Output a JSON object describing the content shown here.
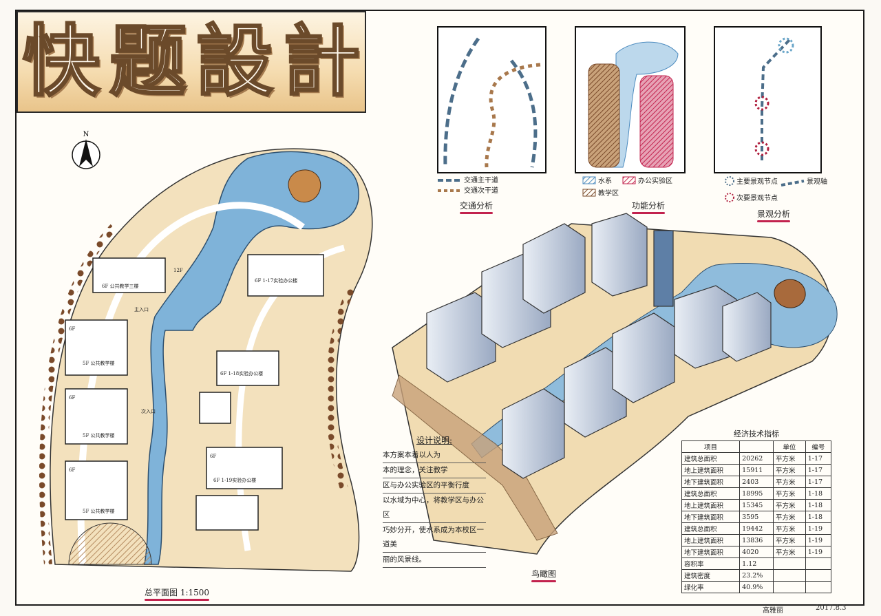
{
  "title": {
    "chars": [
      "快",
      "题",
      "設",
      "計"
    ]
  },
  "plan": {
    "north_label": "N",
    "caption": "总平面图 1:1500",
    "building_labels": [
      "6F 公共教学三楼",
      "12F",
      "6F 1-17实验办公楼",
      "5F 公共教学楼",
      "6F",
      "5F 公共教学楼",
      "6F",
      "5F 公共教学楼",
      "6F",
      "6F 1-18实验办公楼",
      "6F",
      "6F 1-19实验办公楼",
      "主入口",
      "次入口"
    ]
  },
  "analysis": {
    "traffic": {
      "caption": "交通分析",
      "legend": [
        "交通主干道",
        "交通次干道"
      ]
    },
    "function": {
      "caption": "功能分析",
      "legend": [
        "水系",
        "办公实验区",
        "教学区"
      ]
    },
    "landscape": {
      "caption": "景观分析",
      "legend": [
        "主要景观节点",
        "景观轴",
        "次要景观节点"
      ]
    }
  },
  "aerial": {
    "caption": "鸟瞰图"
  },
  "notes": {
    "heading": "设计说明:",
    "lines": [
      "本方案本着以人为",
      "本的理念，关注教学",
      "区与办公实验区的平衡行度",
      "以水域为中心，将教学区与办公区",
      "巧妙分开，使水系成为本校区一道美",
      "丽的风景线。"
    ]
  },
  "tech_table": {
    "title": "经济技术指标",
    "headers": [
      "项目",
      "",
      "单位",
      "编号"
    ],
    "rows": [
      [
        "建筑总面积",
        "20262",
        "平方米",
        "1-17"
      ],
      [
        "地上建筑面积",
        "15911",
        "平方米",
        "1-17"
      ],
      [
        "地下建筑面积",
        "2403",
        "平方米",
        "1-17"
      ],
      [
        "建筑总面积",
        "18995",
        "平方米",
        "1-18"
      ],
      [
        "地上建筑面积",
        "15345",
        "平方米",
        "1-18"
      ],
      [
        "地下建筑面积",
        "3595",
        "平方米",
        "1-18"
      ],
      [
        "建筑总面积",
        "19442",
        "平方米",
        "1-19"
      ],
      [
        "地上建筑面积",
        "13836",
        "平方米",
        "1-19"
      ],
      [
        "地下建筑面积",
        "4020",
        "平方米",
        "1-19"
      ],
      [
        "容积率",
        "1.12",
        "",
        ""
      ],
      [
        "建筑密度",
        "23.2%",
        "",
        ""
      ],
      [
        "绿化率",
        "40.9%",
        "",
        ""
      ]
    ]
  },
  "signature": {
    "name": "高雅丽",
    "date": "2017.8.3"
  },
  "colors": {
    "water": "#7fb3d9",
    "teaching": "#a8784c",
    "office": "#c2224e",
    "ground": "#f3e1bd",
    "trees": "#7a4a2a"
  }
}
